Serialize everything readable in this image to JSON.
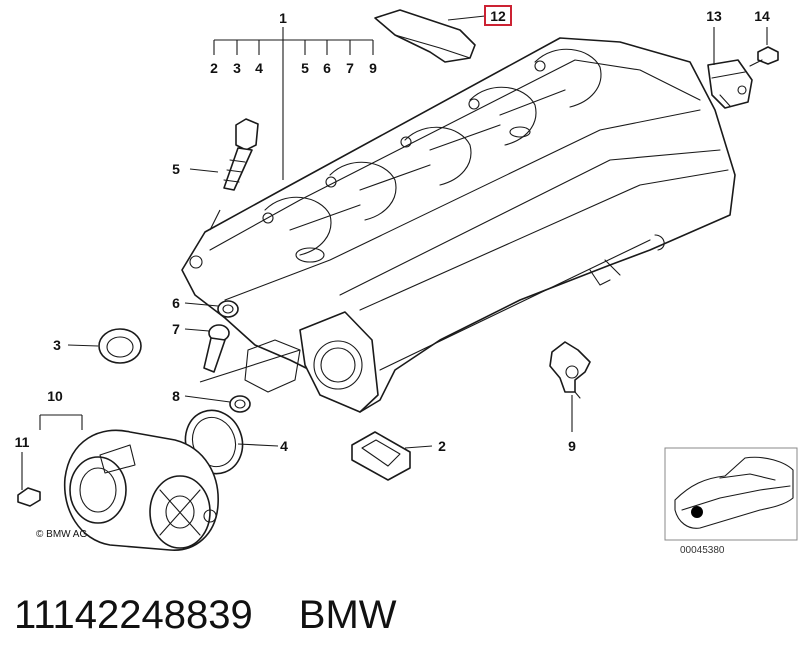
{
  "diagram": {
    "callouts": {
      "c1": "1",
      "c2a": "2",
      "c3a": "3",
      "c4a": "4",
      "c5a": "5",
      "c6a": "6",
      "c7a": "7",
      "c9a": "9",
      "c12": "12",
      "c13": "13",
      "c14": "14",
      "c5": "5",
      "c6": "6",
      "c7": "7",
      "c3": "3",
      "c10": "10",
      "c8": "8",
      "c4": "4",
      "c11": "11",
      "c2": "2",
      "c9": "9"
    },
    "highlight_color": "#cc2233",
    "copyright": "© BMW AG",
    "inset_ref_number": "00045380"
  },
  "caption": {
    "part_number": "11142248839",
    "brand": "BMW"
  }
}
